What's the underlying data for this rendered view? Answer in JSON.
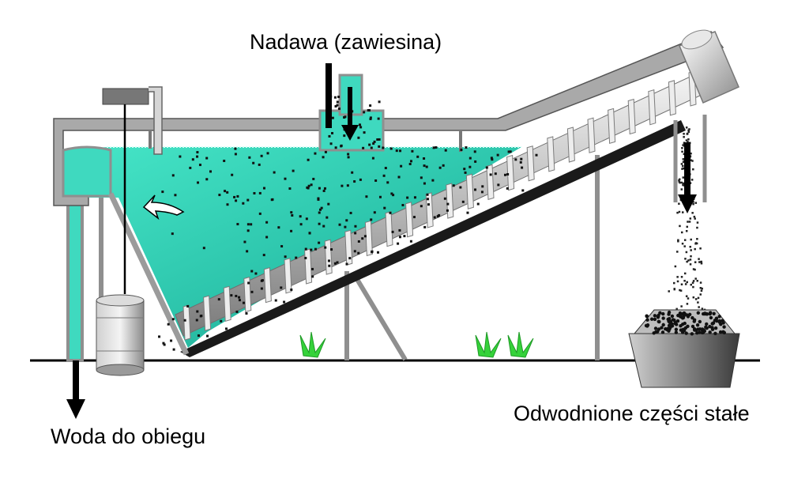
{
  "labels": {
    "feed": "Nadawa (zawiesina)",
    "water_out": "Woda do obiegu",
    "solids_out": "Odwodnione części stałe"
  },
  "colors": {
    "water": "#3fd9bf",
    "water_dark": "#18a88f",
    "steel": "#9c9c9c",
    "steel_dark": "#666666",
    "outline": "#000000",
    "grass": "#35d23a",
    "particles": "#111111"
  },
  "icons": [
    "drive-motor-icon",
    "flow-direction-arrow-icon",
    "drum-icon",
    "collection-bin-icon",
    "grass-icon"
  ]
}
